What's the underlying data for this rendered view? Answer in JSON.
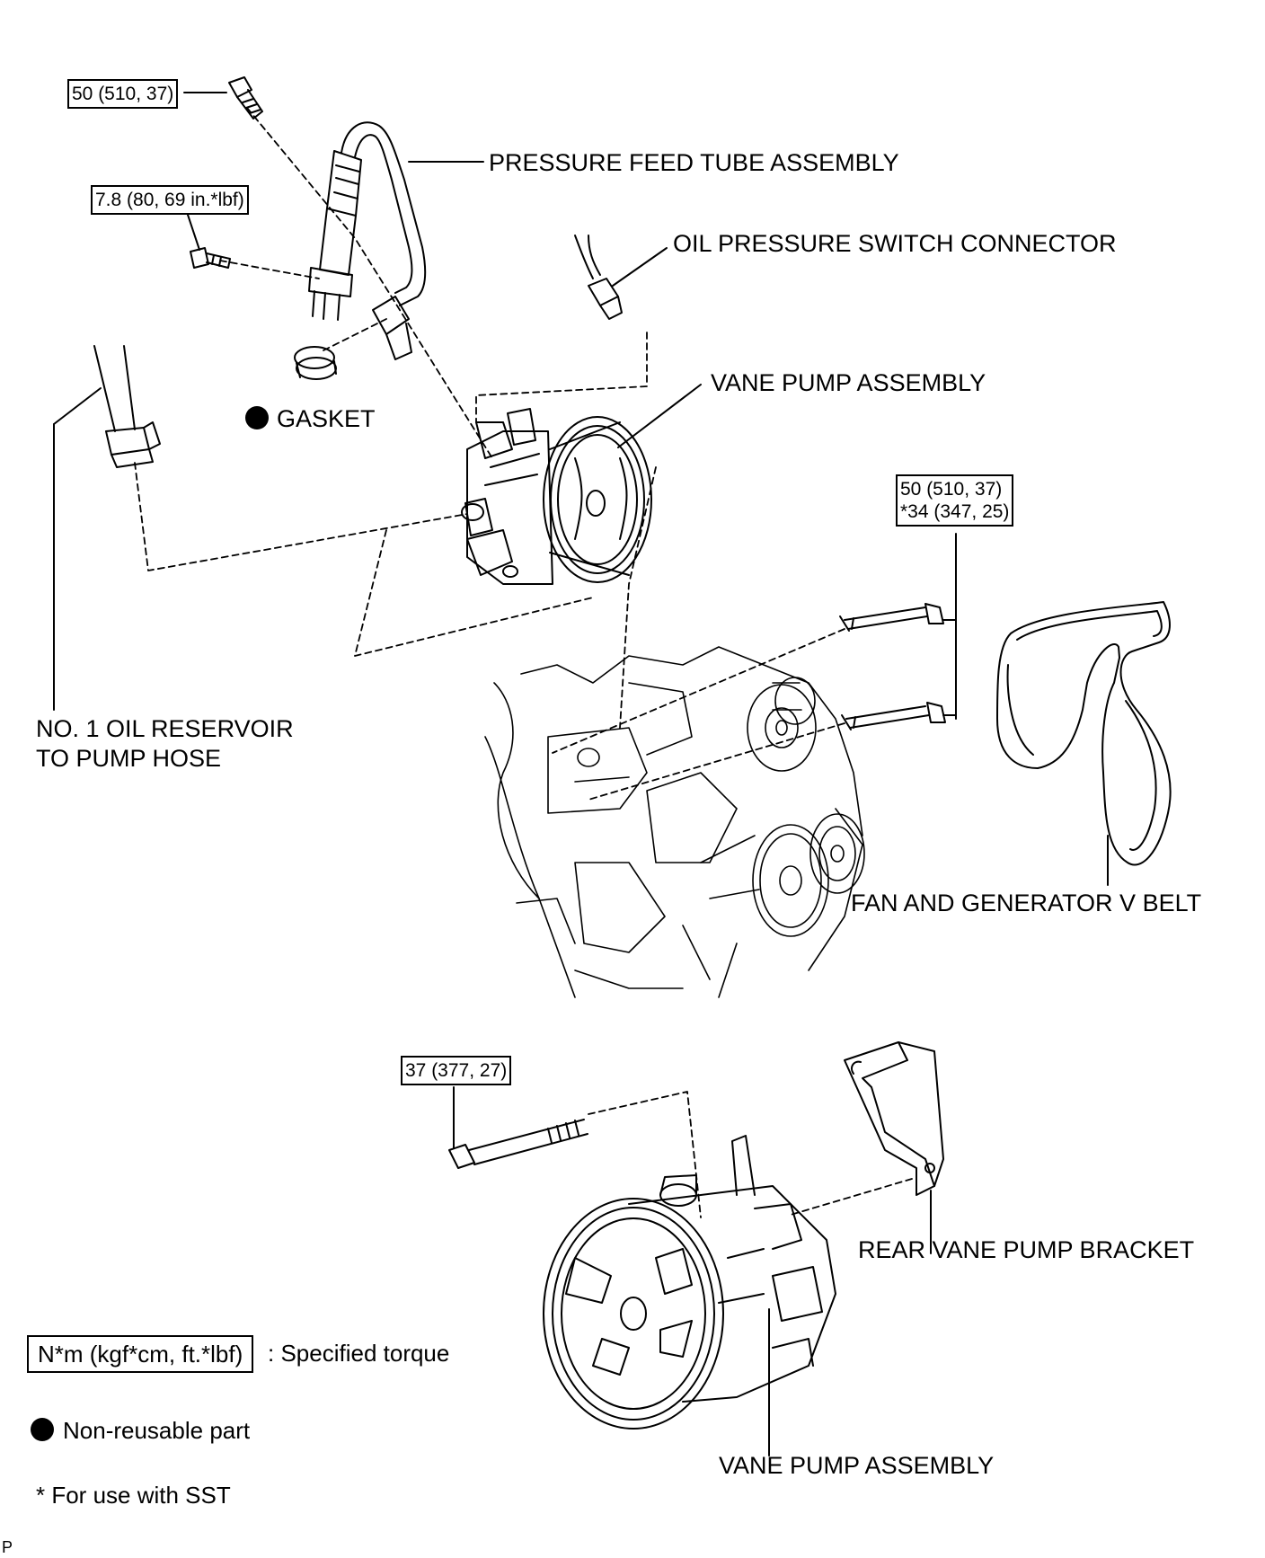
{
  "labels": {
    "pressure_feed_tube": "PRESSURE FEED TUBE ASSEMBLY",
    "oil_pressure_switch": "OIL PRESSURE SWITCH CONNECTOR",
    "vane_pump_top": "VANE PUMP ASSEMBLY",
    "gasket": "GASKET",
    "reservoir_hose_1": "NO. 1 OIL RESERVOIR",
    "reservoir_hose_2": "TO PUMP HOSE",
    "fan_belt": "FAN AND GENERATOR V BELT",
    "rear_bracket": "REAR VANE PUMP BRACKET",
    "vane_pump_bottom": "VANE PUMP ASSEMBLY"
  },
  "torques": {
    "union_bolt": "50 (510, 37)",
    "tube_bolt": "7.8 (80, 69 in.*lbf)",
    "pump_bolts_1": "50 (510, 37)",
    "pump_bolts_2": "*34 (347, 25)",
    "bracket_bolt": "37 (377, 27)"
  },
  "legend": {
    "torque_unit": "N*m (kgf*cm, ft.*lbf)",
    "torque_desc": ": Specified torque",
    "non_reusable": "Non-reusable part",
    "sst_note": "* For use with SST"
  },
  "corner_mark": "P",
  "colors": {
    "ink": "#000000",
    "paper": "#ffffff"
  },
  "icons": [
    "non-reusable-dot-icon",
    "bolt-icon",
    "pulley-icon"
  ]
}
